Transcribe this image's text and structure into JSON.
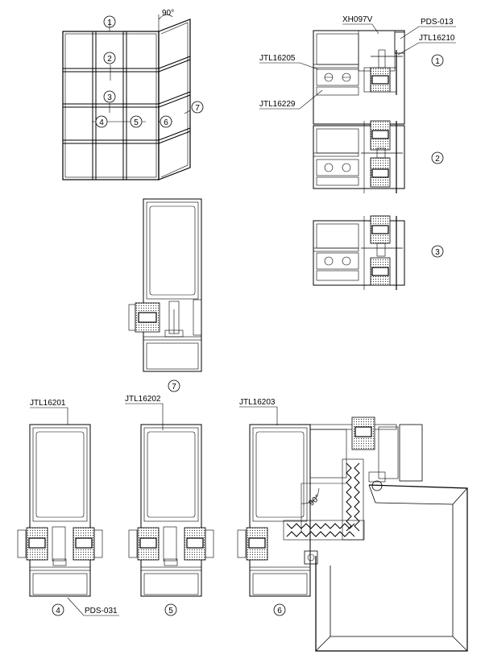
{
  "labels": {
    "elevation_angle": "90°",
    "corner_angle": "90°",
    "callouts": [
      "1",
      "2",
      "3",
      "4",
      "5",
      "6",
      "7"
    ],
    "part_xh097v": "XH097V",
    "part_pds013": "PDS-013",
    "part_jtl16210": "JTL16210",
    "part_jtl16205": "JTL16205",
    "part_jtl16229": "JTL16229",
    "part_jtl16201": "JTL16201",
    "part_jtl16202": "JTL16202",
    "part_jtl16203": "JTL16203",
    "part_pds031": "PDS-031"
  },
  "colors": {
    "line": "#000000",
    "hatch": "#555555",
    "background": "#ffffff"
  }
}
